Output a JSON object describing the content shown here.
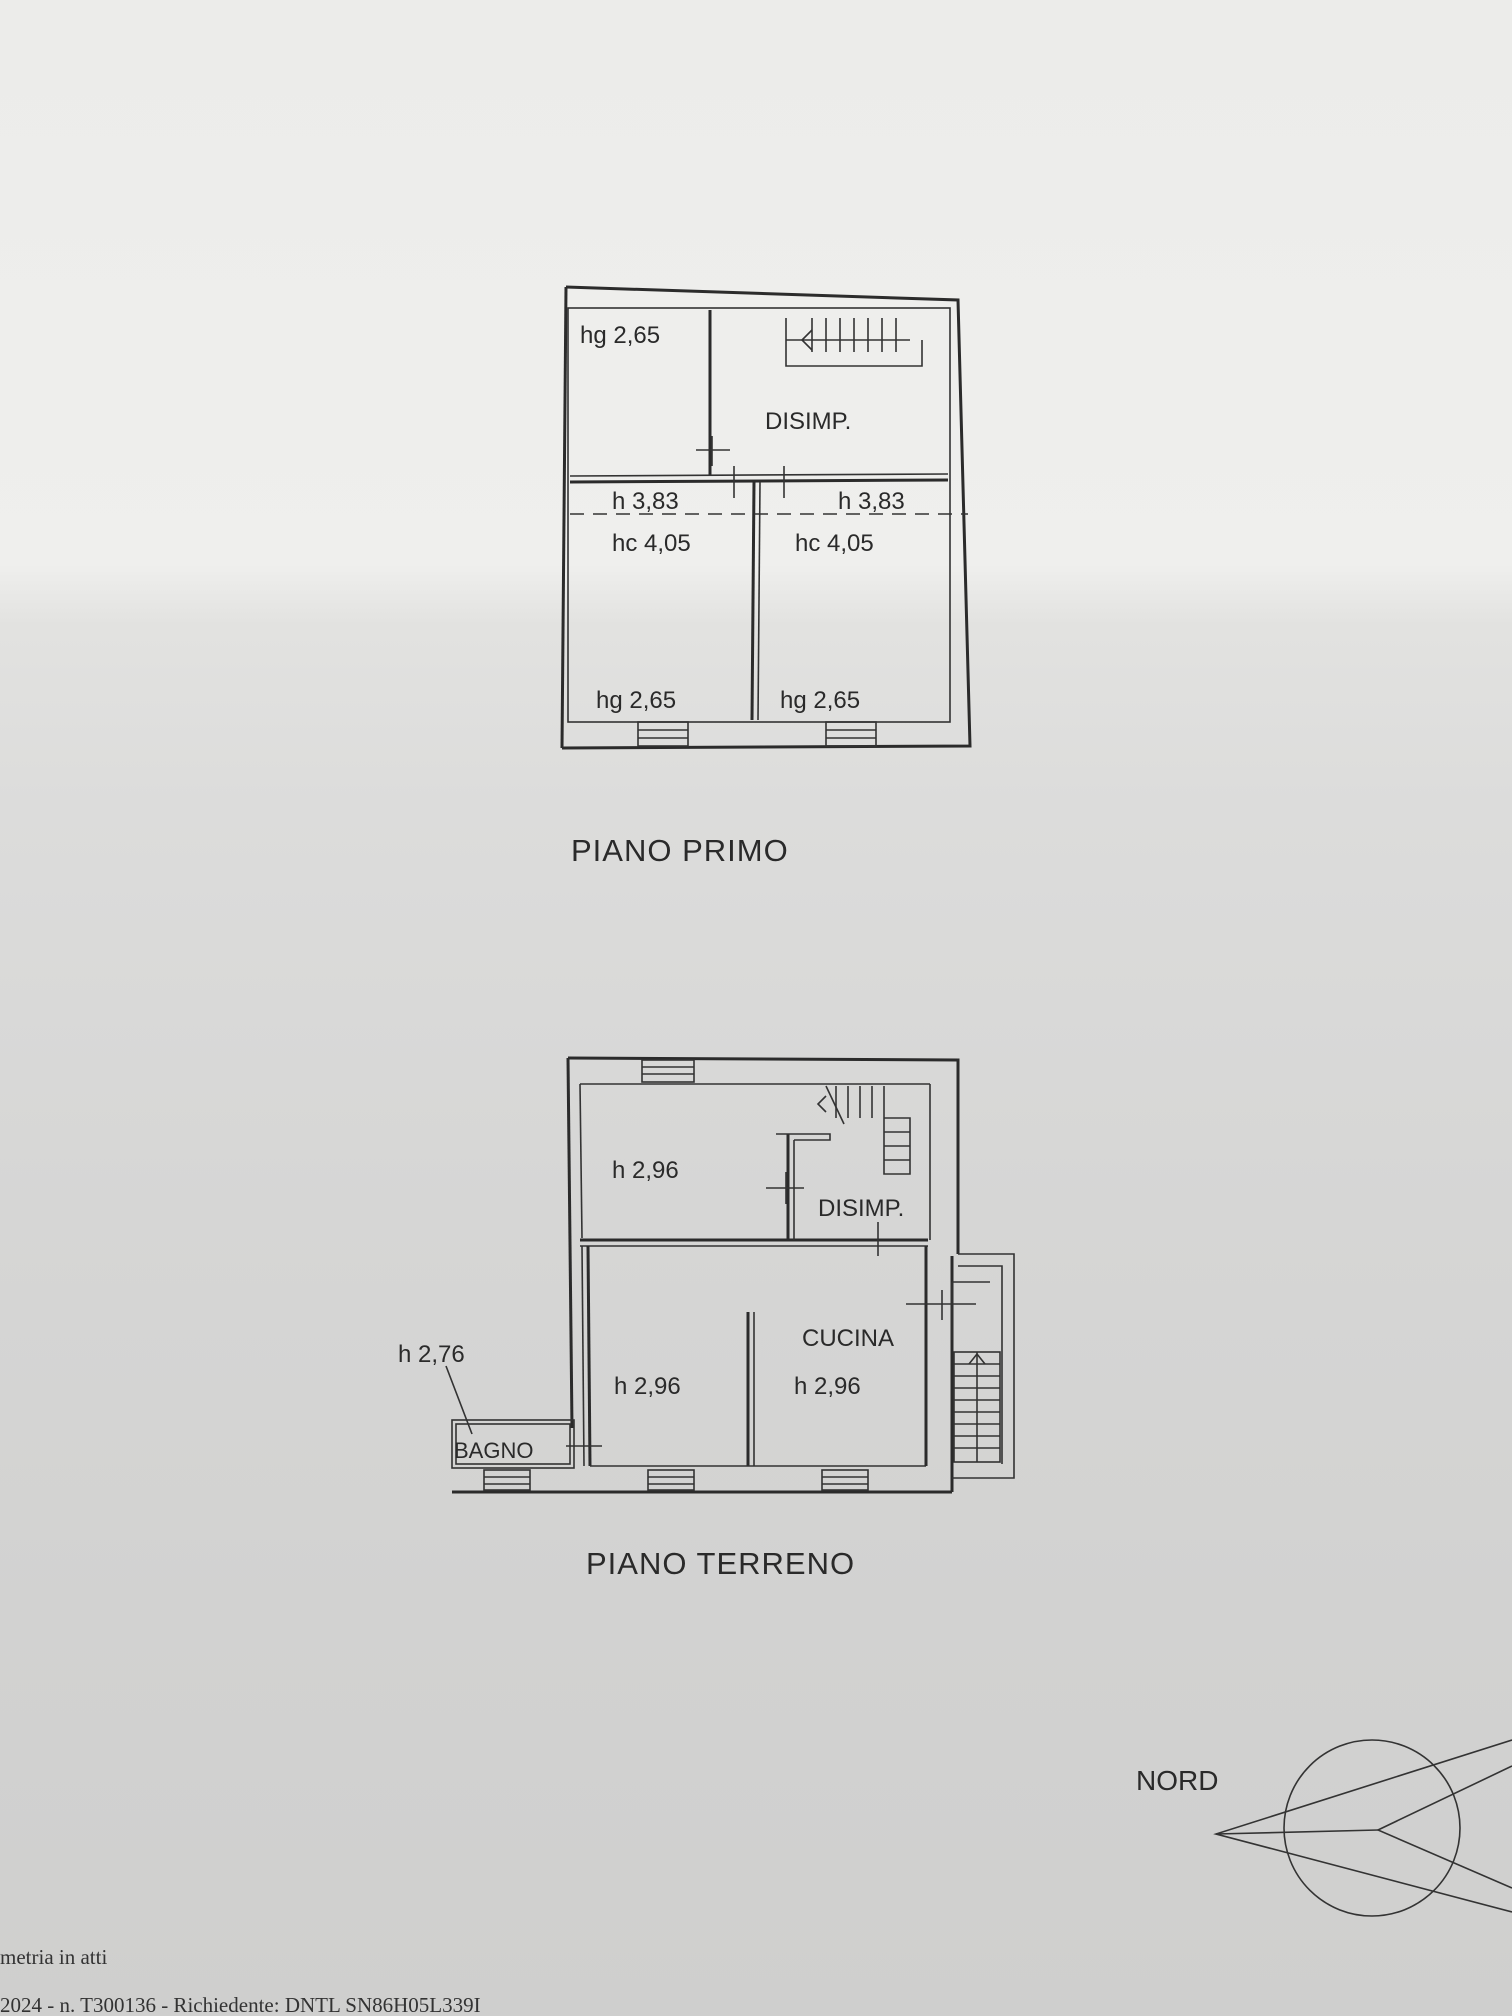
{
  "floors": {
    "piano_primo": {
      "title": "PIANO PRIMO",
      "labels": {
        "top_left_hg": "hg 2,65",
        "disimp": "DISIMP.",
        "left_h": "h 3,83",
        "right_h": "h 3,83",
        "left_hc": "hc 4,05",
        "right_hc": "hc 4,05",
        "bottom_left_hg": "hg 2,65",
        "bottom_right_hg": "hg 2,65"
      }
    },
    "piano_terreno": {
      "title": "PIANO TERRENO",
      "labels": {
        "top_left_h": "h 2,96",
        "disimp": "DISIMP.",
        "cucina": "CUCINA",
        "middle_left_h": "h 2,96",
        "cucina_h": "h 2,96",
        "bagno_h": "h 2,76",
        "bagno": "BAGNO"
      }
    }
  },
  "compass": {
    "label": "NORD"
  },
  "footer": {
    "line1": "metria in atti",
    "line2": "2024 - n. T300136 - Richiedente: DNTL SN86H05L339I"
  }
}
